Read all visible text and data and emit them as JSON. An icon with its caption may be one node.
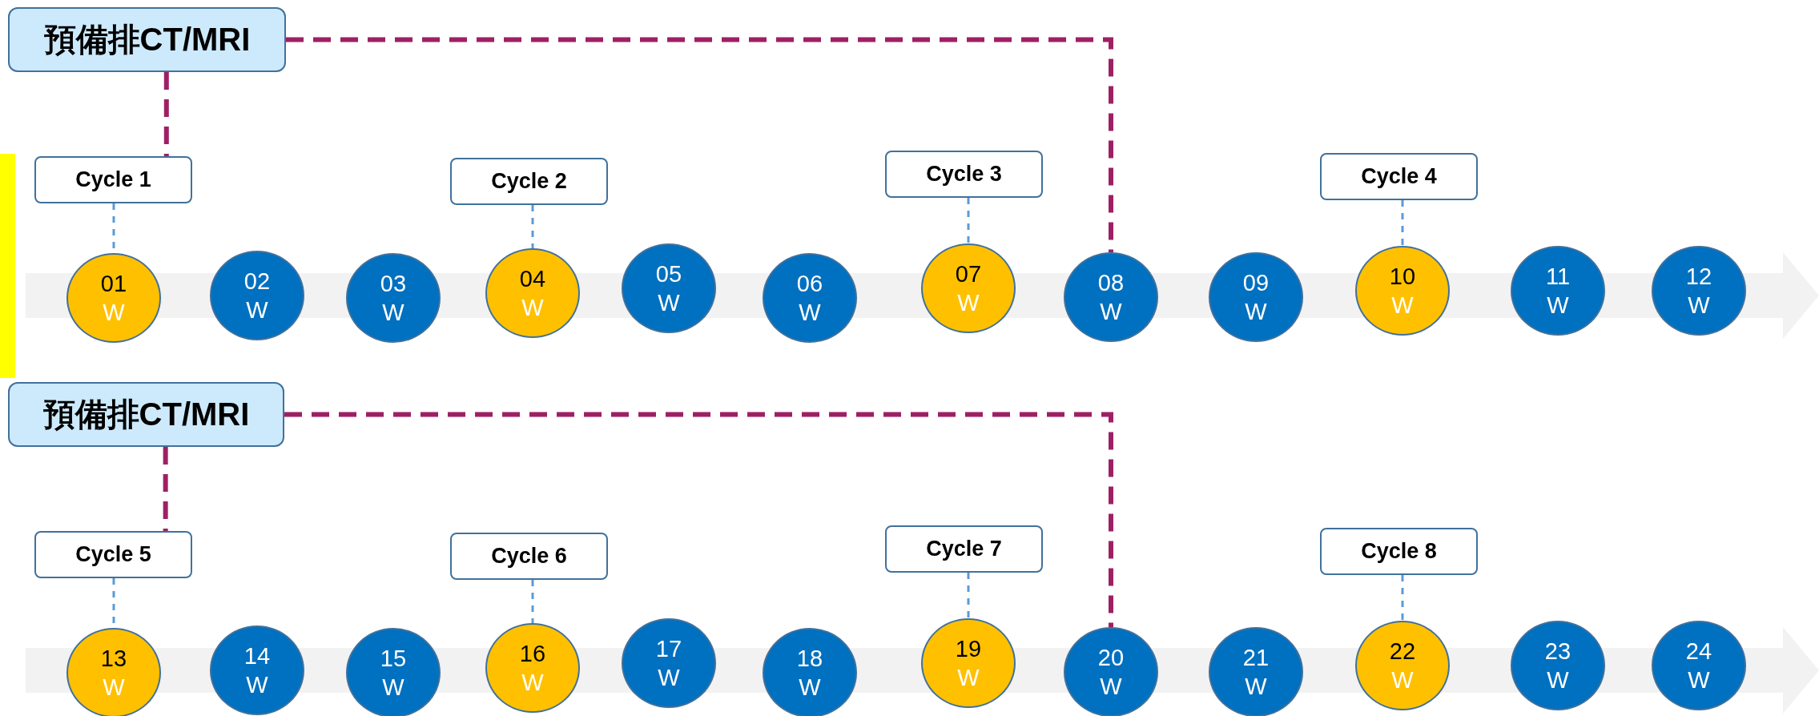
{
  "diagram": {
    "nodes": [
      {
        "text": [
          "預備排CT/MRI"
        ]
      },
      {
        "text": [
          "Cycle 1"
        ]
      },
      {
        "text": [
          "Cycle 2"
        ]
      },
      {
        "text": [
          "Cycle 3"
        ]
      },
      {
        "text": [
          "Cycle 4"
        ]
      },
      {
        "text": [
          "01",
          "W"
        ]
      },
      {
        "text": [
          "02",
          "W"
        ]
      },
      {
        "text": [
          "03",
          "W"
        ]
      },
      {
        "text": [
          "04",
          "W"
        ]
      },
      {
        "text": [
          "05",
          "W"
        ]
      },
      {
        "text": [
          "06",
          "W"
        ]
      },
      {
        "text": [
          "07",
          "W"
        ]
      },
      {
        "text": [
          "08",
          "W"
        ]
      },
      {
        "text": [
          "09",
          "W"
        ]
      },
      {
        "text": [
          "10",
          "W"
        ]
      },
      {
        "text": [
          "11",
          "W"
        ]
      },
      {
        "text": [
          "12",
          "W"
        ]
      },
      {
        "text": [
          "預備排CT/MRI"
        ]
      },
      {
        "text": [
          "Cycle 5"
        ]
      },
      {
        "text": [
          "Cycle 6"
        ]
      },
      {
        "text": [
          "Cycle 7"
        ]
      },
      {
        "text": [
          "Cycle 8"
        ]
      },
      {
        "text": [
          "13",
          "W"
        ]
      },
      {
        "text": [
          "14",
          "W"
        ]
      },
      {
        "text": [
          "15",
          "W"
        ]
      },
      {
        "text": [
          "16",
          "W"
        ]
      },
      {
        "text": [
          "17",
          "W"
        ]
      },
      {
        "text": [
          "18",
          "W"
        ]
      },
      {
        "text": [
          "19",
          "W"
        ]
      },
      {
        "text": [
          "20",
          "W"
        ]
      },
      {
        "text": [
          "21",
          "W"
        ]
      },
      {
        "text": [
          "22",
          "W"
        ]
      },
      {
        "text": [
          "23",
          "W"
        ]
      },
      {
        "text": [
          "24",
          "W"
        ]
      },
      {
        "text": [],
        "shape": "bar"
      }
    ],
    "edges": [
      {
        "from": 0,
        "to": 1,
        "arrow": "none",
        "style": "dashed",
        "color": "#9e2064"
      },
      {
        "from": 0,
        "to": 12,
        "arrow": "none",
        "style": "dashed",
        "color": "#9e2064"
      },
      {
        "from": 1,
        "to": 5,
        "arrow": "none",
        "style": "dashed"
      },
      {
        "from": 2,
        "to": 8,
        "arrow": "none",
        "style": "dashed"
      },
      {
        "from": 3,
        "to": 11,
        "arrow": "none",
        "style": "dashed"
      },
      {
        "from": 4,
        "to": 14,
        "arrow": "none",
        "style": "dashed"
      },
      {
        "from": 17,
        "to": 18,
        "arrow": "none",
        "style": "dashed",
        "color": "#9e2064"
      },
      {
        "from": 17,
        "to": 29,
        "arrow": "none",
        "style": "dashed",
        "color": "#9e2064"
      },
      {
        "from": 18,
        "to": 22,
        "arrow": "none",
        "style": "dashed"
      },
      {
        "from": 19,
        "to": 25,
        "arrow": "none",
        "style": "dashed"
      },
      {
        "from": 20,
        "to": 28,
        "arrow": "none",
        "style": "dashed"
      },
      {
        "from": 21,
        "to": 31,
        "arrow": "none",
        "style": "dashed"
      }
    ]
  }
}
